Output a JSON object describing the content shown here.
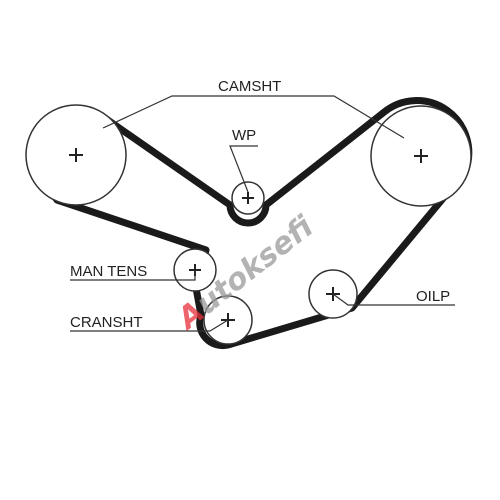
{
  "labels": {
    "camshaft": "CAMSHT",
    "water_pump": "WP",
    "tensioner": "MAN TENS",
    "crankshaft": "CRANSHT",
    "oil_pump": "OILP"
  },
  "watermark": {
    "text": "Autoksefi",
    "colors": {
      "accent": "#e8303a",
      "text": "#9a9a9a"
    }
  },
  "colors": {
    "belt": "#1a1a1a",
    "pulley": "#333333",
    "leader": "#333333",
    "background": "#ffffff"
  }
}
